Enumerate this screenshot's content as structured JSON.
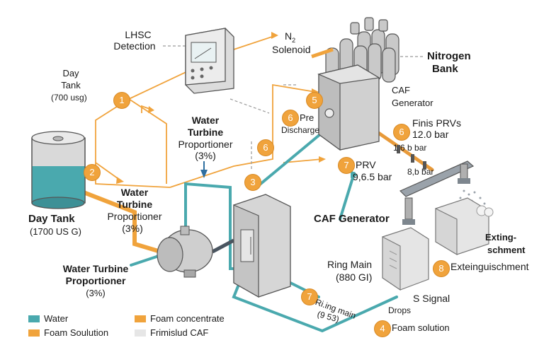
{
  "colors": {
    "water": "#4aa9ae",
    "foam_concentrate": "#f0a33c",
    "foam_solution": "#f0a33c",
    "premixed_caf": "#e6e6e6",
    "dashed": "#9a9a9a"
  },
  "labels": {
    "lhsc": "LHSC",
    "detection": "Detection",
    "n2": "N",
    "n2_sub": "2",
    "solenoid": "Solenoid",
    "nitrogen": "Nitrogen",
    "bank": "Bank",
    "caf_gen_top_1": "CAF",
    "caf_gen_top_2": "Generator",
    "day_tank_small_1": "Day",
    "day_tank_small_2": "Tank",
    "day_tank_small_3": "(700 usg)",
    "pre": "Pre",
    "discharge": "Discharge",
    "wtp_center_1": "Water",
    "wtp_center_2": "Turbine",
    "wtp_center_3": "Proportioner",
    "wtp_center_4": "(3%)",
    "finis_prvs": "Finis PRVs",
    "bar_12": "12.0 bar",
    "bar_1_6b": "1 6 b bar",
    "bar_8b": "8,b bar",
    "prv": "PRV",
    "bar_965": "9,6.5 bar",
    "day_tank_main": "Day Tank",
    "day_tank_main_cap": "(1700 US G)",
    "wtp_mid_1": "Water",
    "wtp_mid_2": "Turbine",
    "wtp_mid_3": "Proportioner",
    "wtp_mid_4": "(3%)",
    "caf_gen_mid": "CAF Generator",
    "exting_1": "Exting-",
    "exting_2": "schment",
    "wtp_low_1": "Water Turbine",
    "wtp_low_2": "Proportioner",
    "wtp_low_3": "(3%)",
    "ring_main": "Ring Main",
    "ring_main_val": "(880 GI)",
    "exteinguischment": "Exteinguischment",
    "s_signal": "S Signal",
    "ring_main_pipe_1": "Ri.ing main",
    "ring_main_pipe_2": "(9 53)",
    "drops": "Drops",
    "foam_solution_step": "Foam solution"
  },
  "badges": [
    "1",
    "2",
    "3",
    "4",
    "5",
    "6",
    "6",
    "7",
    "7",
    "8"
  ],
  "legend": [
    {
      "label": "Water",
      "color": "#4aa9ae"
    },
    {
      "label": "Foam Soulution",
      "color": "#f0a33c"
    },
    {
      "label": "Foam concentrate",
      "color": "#f0a33c"
    },
    {
      "label": "Frimislud CAF",
      "color": "#e6e6e6"
    }
  ]
}
